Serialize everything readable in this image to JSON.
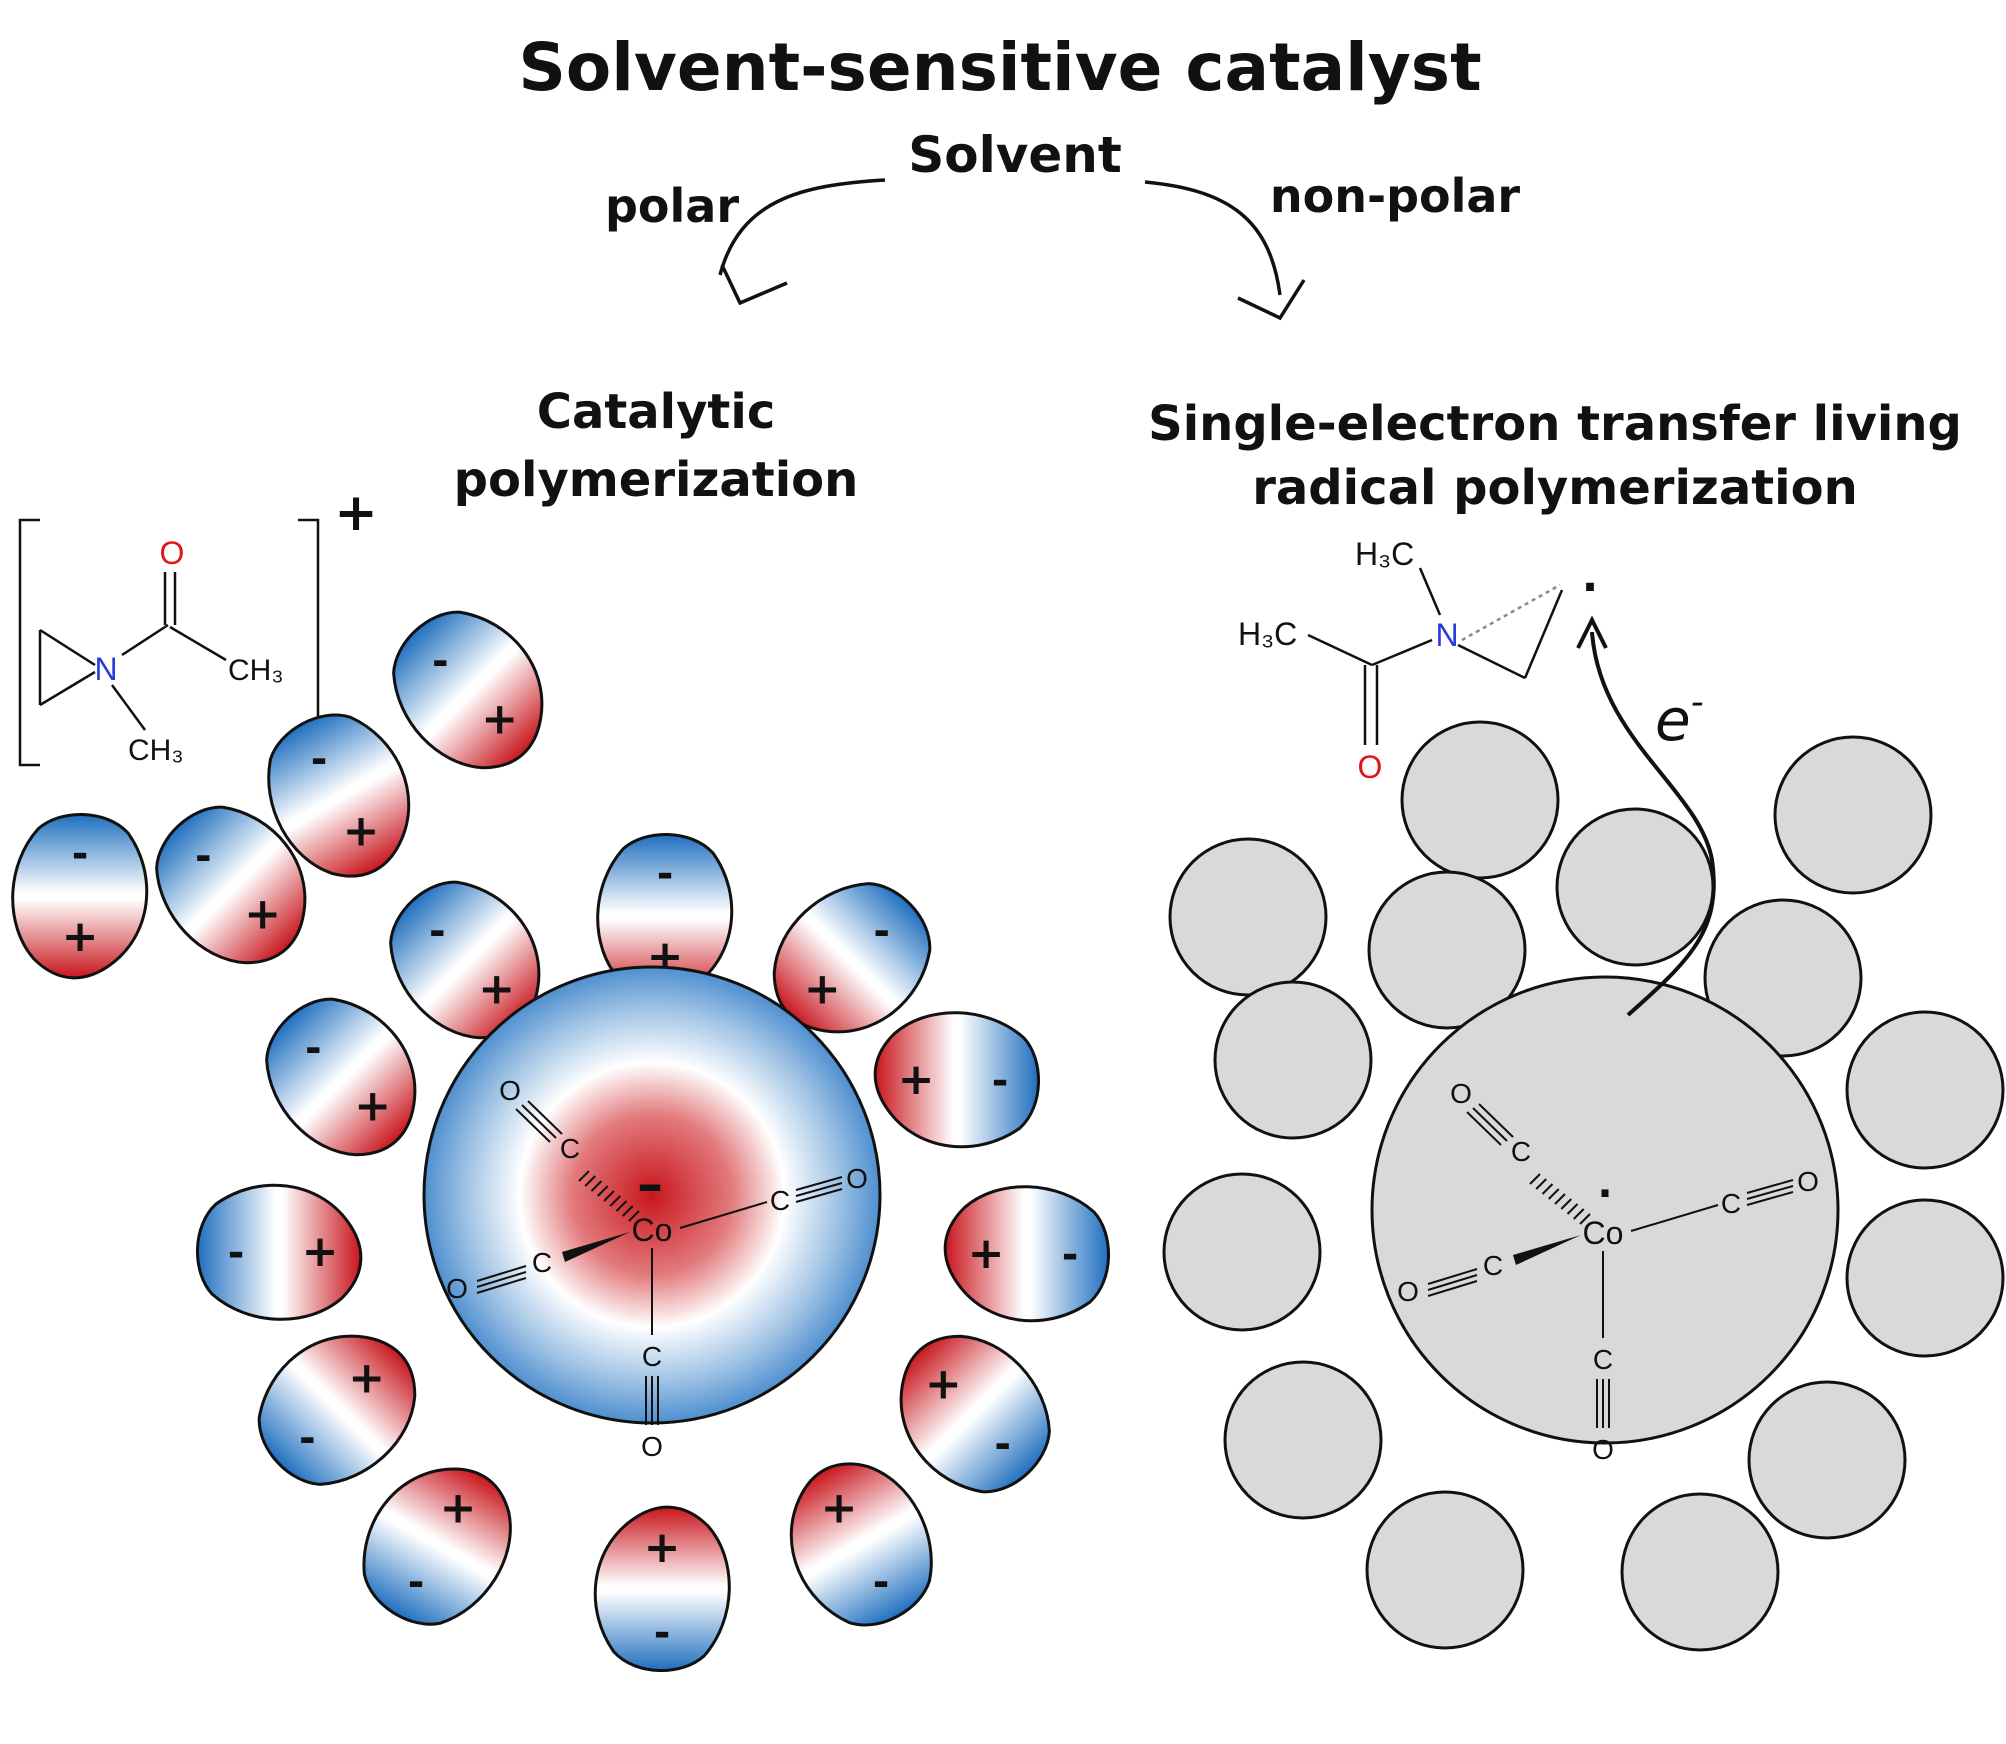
{
  "title": "Solvent-sensitive catalyst",
  "solvent": {
    "label": "Solvent",
    "left_branch": "polar",
    "right_branch": "non-polar"
  },
  "left_panel": {
    "heading_line1": "Catalytic",
    "heading_line2": "polymerization",
    "ion_charge": "+",
    "monomer_atoms": {
      "oxygen": "O",
      "nitrogen": "N",
      "methyl_right": "CH₃",
      "methyl_down": "CH₃"
    },
    "center_metal": "Co",
    "center_charge": "–",
    "ligand_c": "C",
    "ligand_o": "O",
    "dipole_pos": "+",
    "dipole_neg": "-"
  },
  "right_panel": {
    "heading_line1": "Single-electron transfer living",
    "heading_line2": "radical polymerization",
    "radical_atoms": {
      "methyl_top": "H₃C",
      "methyl_left": "H₃C",
      "nitrogen": "N",
      "oxygen": "O"
    },
    "electron": "e",
    "electron_sup": "-",
    "center_metal": "Co",
    "radical_dot": "·",
    "ligand_c": "C",
    "ligand_o": "O"
  },
  "colors": {
    "red": "#c8161d",
    "blue": "#1f6fbf",
    "grey": "#d9d9d9",
    "nitrogen": "#2a3bdc",
    "oxygen": "#e0141b"
  }
}
